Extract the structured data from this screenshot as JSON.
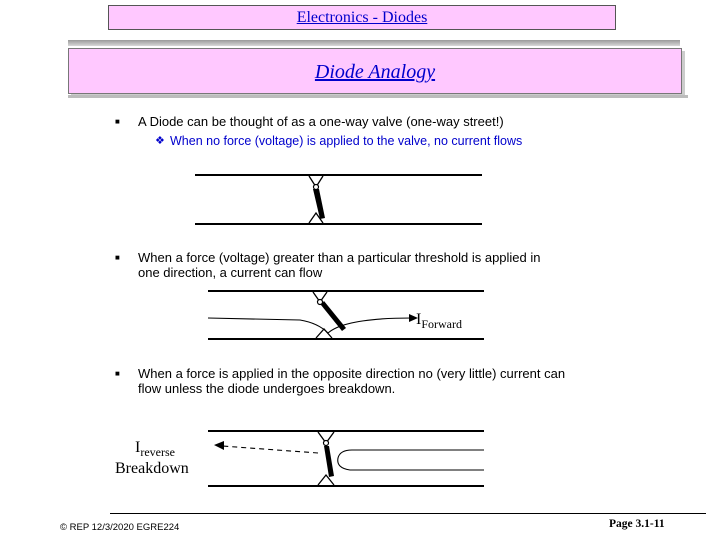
{
  "header": {
    "title": "Electronics - Diodes"
  },
  "slide": {
    "title": "Diode Analogy"
  },
  "bullets": [
    {
      "text": "A Diode can be thought of as a one-way valve (one-way street!)",
      "sub": "When no force (voltage) is applied to the valve, no current flows"
    },
    {
      "text": "When a force (voltage) greater than a particular threshold is applied in one direction, a current can flow"
    },
    {
      "text": "When a force is applied in the opposite direction no (very little) current can flow unless the diode undergoes breakdown."
    }
  ],
  "labels": {
    "forward_main": "I",
    "forward_sub": "Forward",
    "reverse_main": "I",
    "reverse_sub": "reverse",
    "breakdown": "Breakdown"
  },
  "footer": {
    "left": "© REP 12/3/2020 EGRE224",
    "right": "Page 3.1-11"
  },
  "colors": {
    "header_bg": "#ffc8ff",
    "title_text": "#0000cc"
  }
}
